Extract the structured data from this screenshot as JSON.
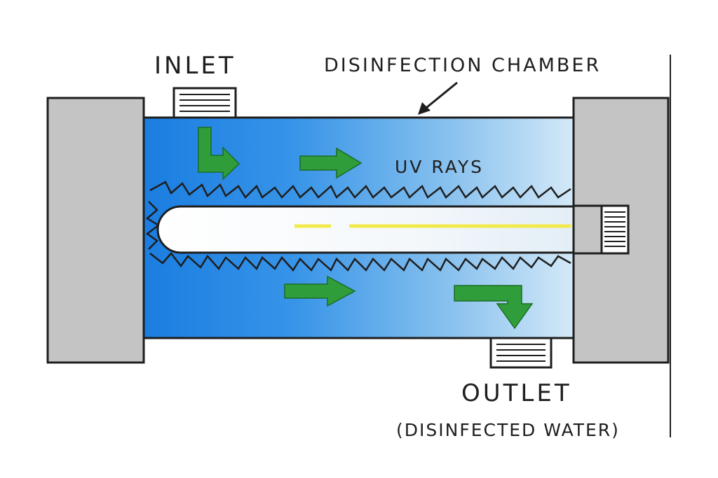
{
  "labels": {
    "inlet": "INLET",
    "chamber": "DISINFECTION CHAMBER",
    "uv_rays": "UV RAYS",
    "outlet": "OUTLET",
    "outlet_sub": "(DISINFECTED WATER)"
  },
  "colors": {
    "water_dark": "#1b7fe0",
    "water_light": "#cfe6f7",
    "end_cap_gray": "#c4c4c4",
    "flow_arrow_green": "#2f9e3a",
    "lamp_white": "#ffffff",
    "lamp_filament_yellow": "#f2ea4c",
    "outline": "#1e1e1e"
  },
  "icons": {
    "flow_arrows": "flow-arrow-icon",
    "uv_rays": "zigzag-ray-icon",
    "pointer": "pointer-arrow-icon"
  }
}
